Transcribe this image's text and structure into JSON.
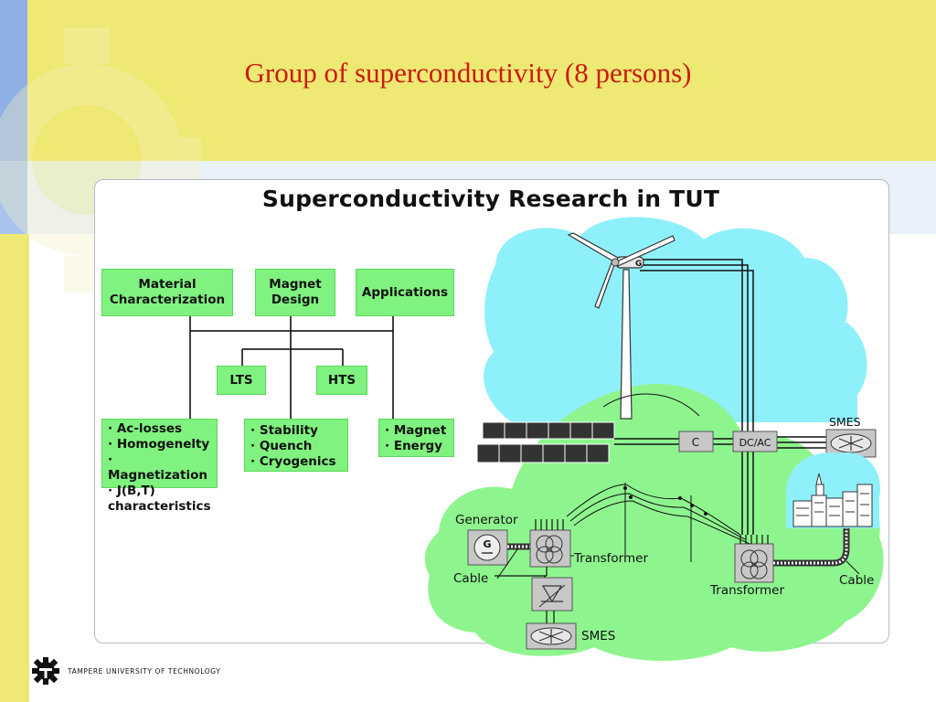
{
  "slide": {
    "title": "Group of superconductivity (8 persons)",
    "colors": {
      "band": "#ede972",
      "accent_blue": "#8fb0e4",
      "title_red": "#cc1a10"
    }
  },
  "diagram": {
    "title": "Superconductivity Research in TUT",
    "top_boxes": [
      {
        "label": "Material Characterization"
      },
      {
        "label": "Magnet Design"
      },
      {
        "label": "Applications"
      }
    ],
    "mid_boxes": [
      {
        "label": "LTS"
      },
      {
        "label": "HTS"
      }
    ],
    "bottom_boxes": [
      {
        "items": [
          "Ac-losses",
          "Homogenelty",
          "Magnetization",
          "J(B,T) characteristics"
        ]
      },
      {
        "items": [
          "Stability",
          "Quench",
          "Cryogenics"
        ]
      },
      {
        "items": [
          "Magnet",
          "Energy"
        ]
      }
    ],
    "system": {
      "c_label": "C",
      "dcac_label": "DC/AC",
      "smes_top_label": "SMES",
      "generator_label": "Generator",
      "generator_symbol": "G",
      "cable_left_label": "Cable",
      "transformer_left_label": "Transformer",
      "transformer_right_label": "Transformer",
      "cable_right_label": "Cable",
      "smes_bottom_label": "SMES",
      "turbine_symbol": "G"
    }
  },
  "footer": {
    "logo_text": "TAMPERE UNIVERSITY OF TECHNOLOGY"
  }
}
